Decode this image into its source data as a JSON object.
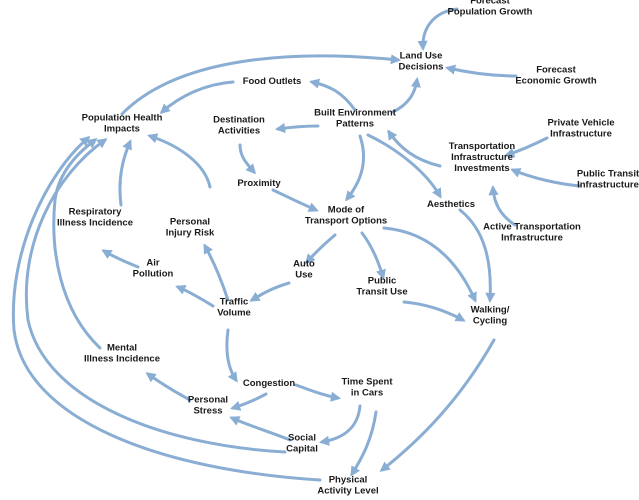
{
  "style": {
    "edge_color": "#8aaed3",
    "text_color": "#1a1a1a",
    "background": "#ffffff"
  },
  "nodes": {
    "forecast_population": [
      "Forecast",
      "Population Growth"
    ],
    "land_use": [
      "Land Use",
      "Decisions"
    ],
    "forecast_economic": [
      "Forecast",
      "Economic Growth"
    ],
    "food_outlets": [
      "Food Outlets"
    ],
    "population_health": [
      "Population Health",
      "Impacts"
    ],
    "built_environment": [
      "Built Environment",
      "Patterns"
    ],
    "destination_activities": [
      "Destination",
      "Activities"
    ],
    "private_vehicle": [
      "Private Vehicle",
      "Infrastructure"
    ],
    "transport_infrastructure": [
      "Transportation",
      "Infrastructure",
      "Investments"
    ],
    "public_transit_infra": [
      "Public Transit",
      "Infrastructure"
    ],
    "proximity": [
      "Proximity"
    ],
    "respiratory": [
      "Respiratory",
      "Illness Incidence"
    ],
    "personal_injury": [
      "Personal",
      "Injury Risk"
    ],
    "mode_transport": [
      "Mode of",
      "Transport Options"
    ],
    "aesthetics": [
      "Aesthetics"
    ],
    "active_transport_infra": [
      "Active Transportation",
      "Infrastructure"
    ],
    "air_pollution": [
      "Air",
      "Pollution"
    ],
    "auto_use": [
      "Auto",
      "Use"
    ],
    "public_transit_use": [
      "Public",
      "Transit Use"
    ],
    "traffic_volume": [
      "Traffic",
      "Volume"
    ],
    "walking_cycling": [
      "Walking/",
      "Cycling"
    ],
    "mental_illness": [
      "Mental",
      "Illness Incidence"
    ],
    "congestion": [
      "Congestion"
    ],
    "time_in_cars": [
      "Time Spent",
      "in Cars"
    ],
    "personal_stress": [
      "Personal",
      "Stress"
    ],
    "social_capital": [
      "Social",
      "Capital"
    ],
    "physical_activity": [
      "Physical",
      "Activity Level"
    ]
  }
}
